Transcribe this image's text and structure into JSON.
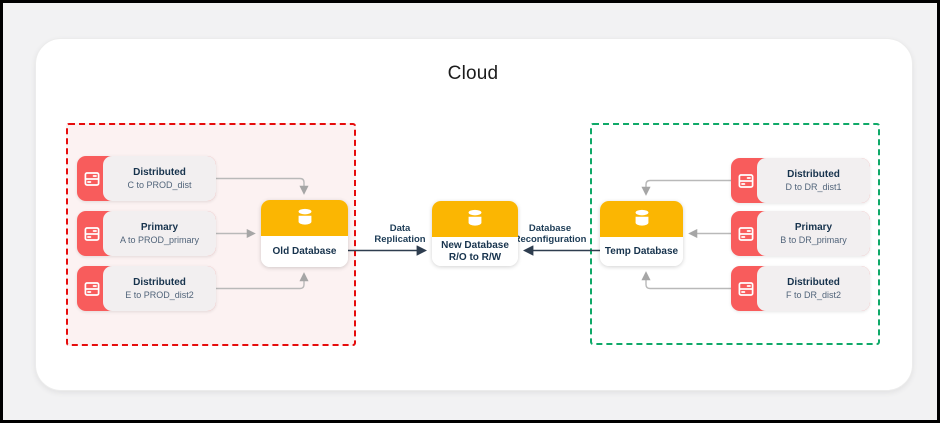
{
  "title": "Cloud",
  "colors": {
    "accent_red": "#f85c5c",
    "accent_yellow": "#fbb602",
    "dashed_red": "#e60c0c",
    "dashed_green": "#0fa968",
    "text_navy": "#17334d",
    "connector_gray": "#b3b3b3",
    "connector_dark": "#2e3d4f"
  },
  "prod_group": {
    "nodes": [
      {
        "title": "Distributed",
        "subtitle": "C to PROD_dist",
        "icon": "server-icon"
      },
      {
        "title": "Primary",
        "subtitle": "A to PROD_primary",
        "icon": "server-icon"
      },
      {
        "title": "Distributed",
        "subtitle": "E to PROD_dist2",
        "icon": "server-icon"
      }
    ],
    "database": {
      "label": "Old Database",
      "icon": "database-icon"
    }
  },
  "migration": {
    "new_database": {
      "line1": "New Database",
      "line2": "R/O to R/W",
      "icon": "database-icon"
    },
    "replication_label": {
      "line1": "Data",
      "line2": "Replication"
    },
    "reconfiguration_label": {
      "line1": "Database",
      "line2": "Reconfiguration"
    }
  },
  "dr_group": {
    "database": {
      "label": "Temp Database",
      "icon": "database-icon"
    },
    "nodes": [
      {
        "title": "Distributed",
        "subtitle": "D to DR_dist1",
        "icon": "server-icon"
      },
      {
        "title": "Primary",
        "subtitle": "B to DR_primary",
        "icon": "server-icon"
      },
      {
        "title": "Distributed",
        "subtitle": "F to DR_dist2",
        "icon": "server-icon"
      }
    ]
  }
}
